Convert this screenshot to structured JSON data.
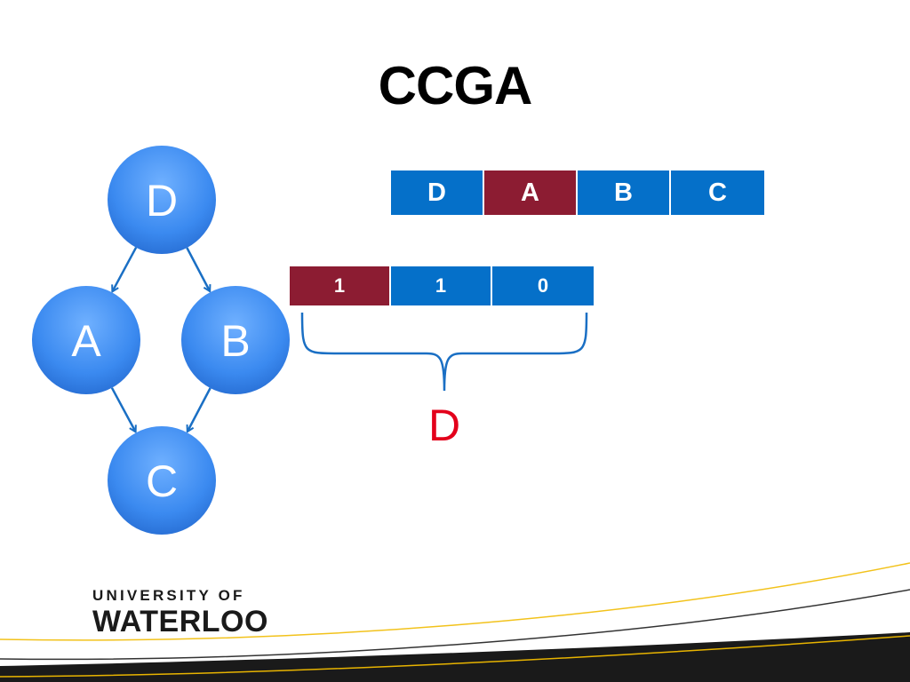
{
  "slide": {
    "title": "CCGA"
  },
  "graph": {
    "nodes": [
      {
        "id": "D",
        "label": "D"
      },
      {
        "id": "A",
        "label": "A"
      },
      {
        "id": "B",
        "label": "B"
      },
      {
        "id": "C",
        "label": "C"
      }
    ],
    "edges": [
      {
        "from": "D",
        "to": "A"
      },
      {
        "from": "D",
        "to": "B"
      },
      {
        "from": "A",
        "to": "C"
      },
      {
        "from": "B",
        "to": "C"
      }
    ],
    "node_color": "#3c8ef0"
  },
  "order_strip": {
    "cells": [
      {
        "label": "D",
        "color": "blue"
      },
      {
        "label": "A",
        "color": "maroon"
      },
      {
        "label": "B",
        "color": "blue"
      },
      {
        "label": "C",
        "color": "blue"
      }
    ]
  },
  "bits_strip": {
    "cells": [
      {
        "label": "1",
        "color": "maroon"
      },
      {
        "label": "1",
        "color": "blue"
      },
      {
        "label": "0",
        "color": "blue"
      }
    ]
  },
  "brace_label": "D",
  "logo": {
    "line1": "UNIVERSITY OF",
    "line2": "WATERLOO"
  },
  "colors": {
    "blue": "#0570c9",
    "maroon": "#8c1c32",
    "brace_label": "#e3001b",
    "arrow": "#1a6fc4"
  }
}
